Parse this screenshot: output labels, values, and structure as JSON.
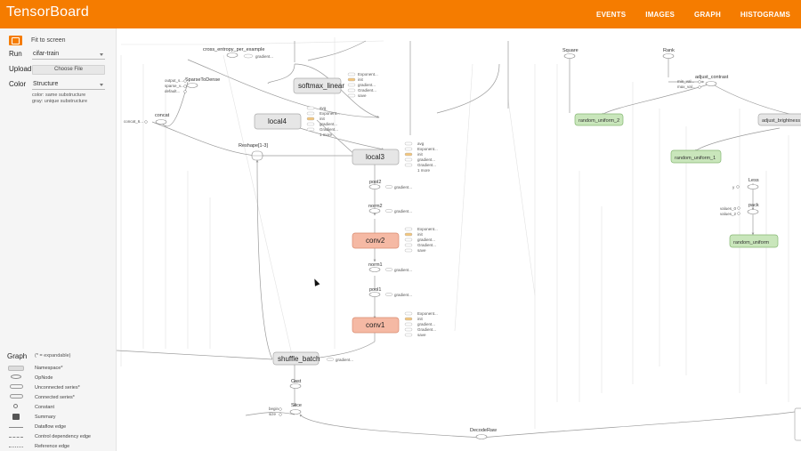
{
  "header": {
    "brand": "TensorBoard",
    "tabs": [
      "EVENTS",
      "IMAGES",
      "GRAPH",
      "HISTOGRAMS"
    ],
    "active_tab": "GRAPH",
    "bar_color": "#f57c00"
  },
  "sidebar": {
    "fit_label": "Fit to screen",
    "run_label": "Run",
    "run_value": "cifar-train",
    "upload_label": "Upload",
    "upload_button": "Choose File",
    "color_label": "Color",
    "color_value": "Structure",
    "color_note_1": "color: same substructure",
    "color_note_2": "gray: unique substructure",
    "graph_title": "Graph",
    "graph_note": "(* = expandable)",
    "legend": [
      {
        "label": "Namespace*",
        "icon": "namespace-icon"
      },
      {
        "label": "OpNode",
        "icon": "opnode-icon"
      },
      {
        "label": "Unconnected series*",
        "icon": "unconnected-series-icon"
      },
      {
        "label": "Connected series*",
        "icon": "connected-series-icon"
      },
      {
        "label": "Constant",
        "icon": "constant-icon"
      },
      {
        "label": "Summary",
        "icon": "summary-icon"
      },
      {
        "label": "Dataflow edge",
        "icon": "dataflow-edge-icon"
      },
      {
        "label": "Control dependency edge",
        "icon": "control-edge-icon"
      },
      {
        "label": "Reference edge",
        "icon": "reference-edge-icon"
      }
    ]
  },
  "graph": {
    "colors": {
      "namespace_fill": "#e6e6e6",
      "namespace_stroke": "#aaaaaa",
      "conv_fill": "#f5b9a4",
      "conv_stroke": "#d98b70",
      "random_fill": "#c9e6bb",
      "random_stroke": "#86b874",
      "edge": "#9a9a9a",
      "highlight": "#f4c77d"
    },
    "namespaces": {
      "softmax_linear": "softmax_linear",
      "local4": "local4",
      "local3": "local3",
      "conv2": "conv2",
      "conv1": "conv1",
      "shuffle_batch": "shuffle_batch",
      "random_uniform_2": "random_uniform_2",
      "random_uniform_1": "random_uniform_1",
      "random_uniform": "random_uniform",
      "adjust_brightness": "adjust_brightness"
    },
    "ops": {
      "cross_entropy": "cross_entropy_per_example",
      "sparse_to_dense": "SparseToDense",
      "concat": "concat",
      "reshape": "Reshape[1-3]",
      "pool2": "pool2",
      "norm2": "norm2",
      "norm1": "norm1",
      "pool1": "pool1",
      "cast": "Cast",
      "slice": "Slice",
      "decode_raw": "DecodeRaw",
      "square": "Square",
      "rank": "Rank",
      "adjust_contrast": "adjust_contrast",
      "less": "Less",
      "pack": "pack"
    },
    "small": {
      "gradient": "gradient...",
      "output_s": "output_s...",
      "sparse_v": "sparse_v...",
      "default": "default...",
      "concat_6": "concat_6...",
      "begin": "begin",
      "size": "size",
      "min_val": "min_val...",
      "max_val": "max_val...",
      "y": "y",
      "values_0": "values_0",
      "values_2": "values_2"
    },
    "series_softmax": [
      "Exponent...",
      "init",
      "gradient...",
      "Gradient...",
      "save"
    ],
    "series_local4": [
      "avg",
      "Exponent...",
      "init",
      "gradient...",
      "Gradient...",
      "1 more"
    ],
    "series_local3": [
      "avg",
      "Exponent...",
      "init",
      "gradient...",
      "Gradient...",
      "1 more"
    ],
    "series_conv2": [
      "Exponent...",
      "init",
      "gradient...",
      "Gradient...",
      "save"
    ],
    "series_conv1": [
      "Exponent...",
      "init",
      "gradient...",
      "Gradient...",
      "save"
    ]
  }
}
